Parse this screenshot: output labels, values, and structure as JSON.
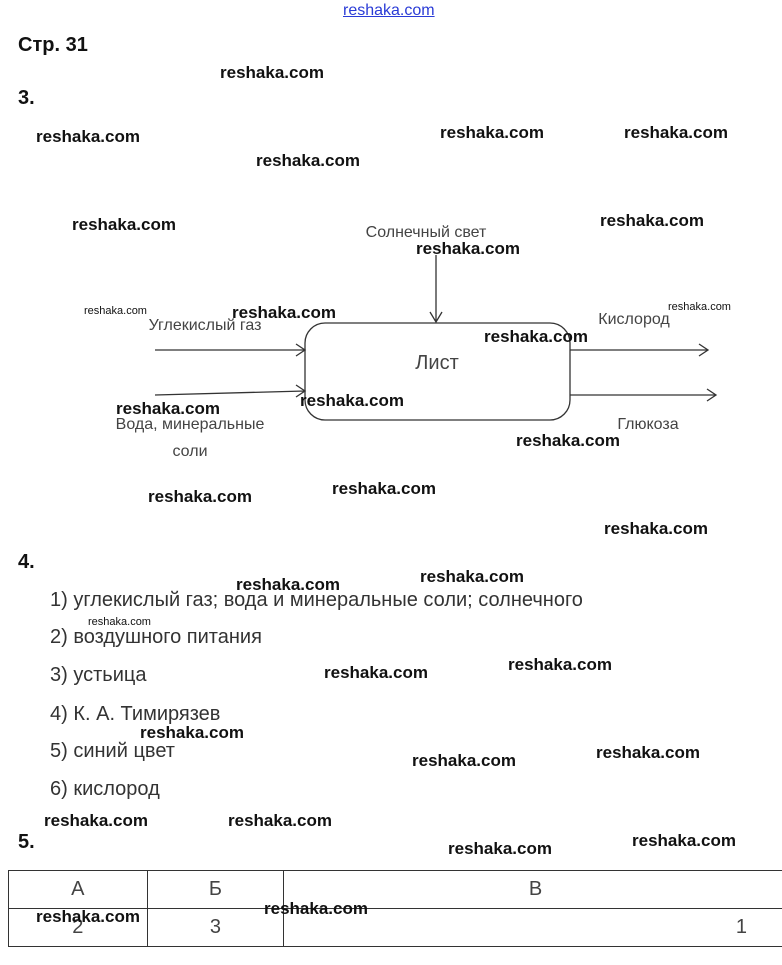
{
  "watermark": "reshaka.com",
  "page": "Стр. 31",
  "sections": {
    "s3": "3.",
    "s4": "4.",
    "s5": "5."
  },
  "diagram": {
    "center": "Лист",
    "sun": "Солнечный свет",
    "co2": "Углекислый газ",
    "water1": "Вода, минеральные",
    "water2": "соли",
    "oxygen": "Кислород",
    "glucose": "Глюкоза"
  },
  "answers4": [
    "1) углекислый газ; вода и минеральные соли; солнечного",
    "2) воздушного питания",
    "3) устьица",
    "4) К. А. Тимирязев",
    "5) синий цвет",
    "6) кислород"
  ],
  "table5": {
    "headers": [
      "А",
      "Б",
      "В"
    ],
    "values": [
      "2",
      "3",
      "1"
    ]
  }
}
